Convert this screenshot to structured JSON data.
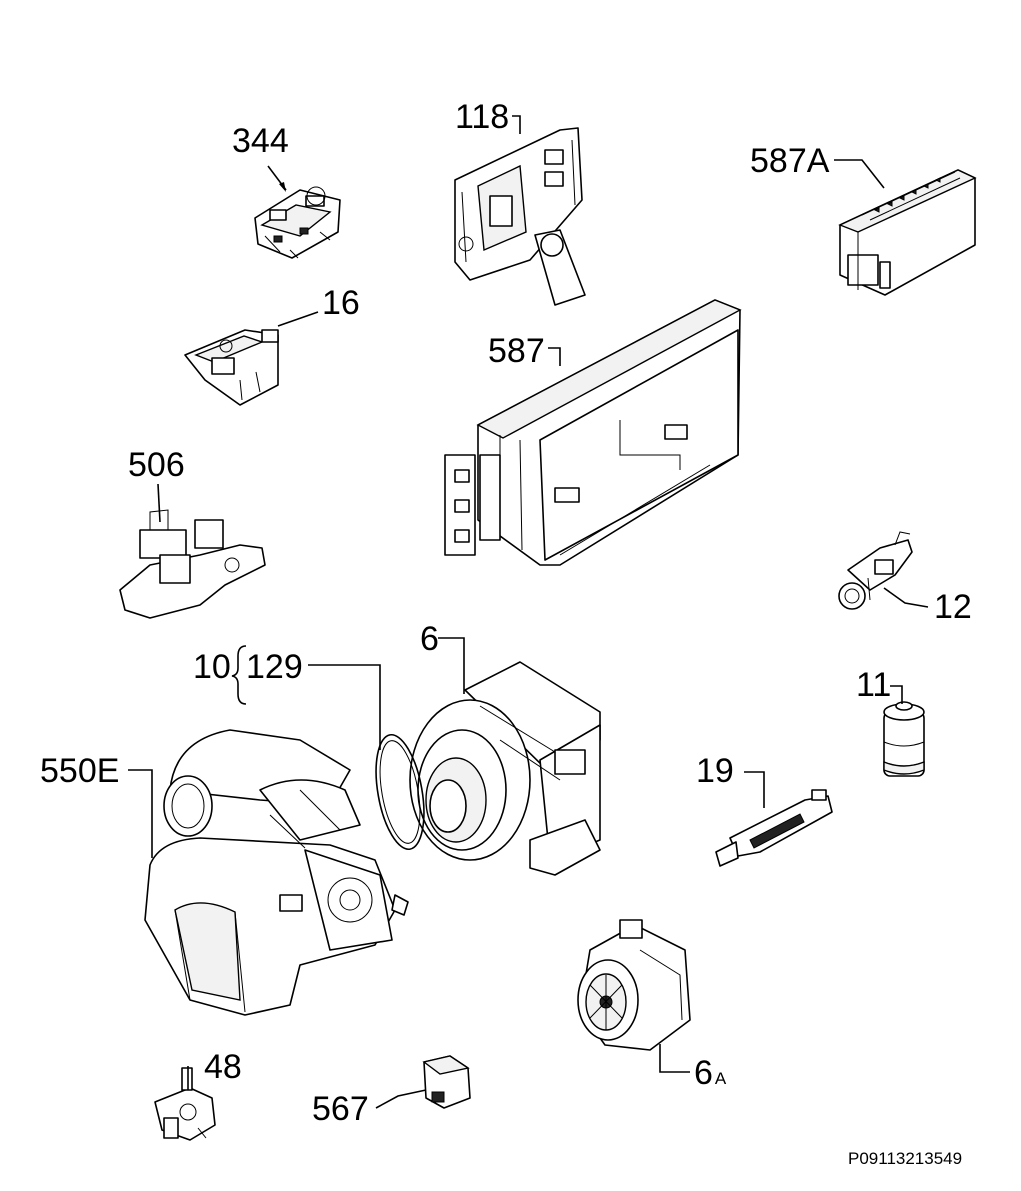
{
  "parts": [
    {
      "id": "344",
      "label": "344"
    },
    {
      "id": "118",
      "label": "118"
    },
    {
      "id": "587A",
      "label": "587A"
    },
    {
      "id": "16",
      "label": "16"
    },
    {
      "id": "587",
      "label": "587"
    },
    {
      "id": "506",
      "label": "506"
    },
    {
      "id": "12",
      "label": "12"
    },
    {
      "id": "6",
      "label": "6"
    },
    {
      "id": "10",
      "label": "10"
    },
    {
      "id": "129",
      "label": "129"
    },
    {
      "id": "11",
      "label": "11"
    },
    {
      "id": "550E",
      "label": "550E"
    },
    {
      "id": "19",
      "label": "19"
    },
    {
      "id": "48",
      "label": "48"
    },
    {
      "id": "567",
      "label": "567"
    },
    {
      "id": "6A",
      "label": "6",
      "suffix": "A"
    }
  ],
  "drawing_code": "P09113213549"
}
